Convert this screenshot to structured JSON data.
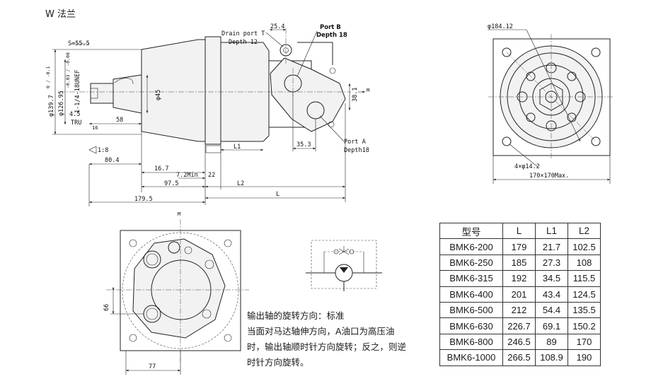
{
  "title": "W 法兰",
  "side_view": {
    "drain_port": "Drain port T",
    "drain_depth": "Depth 12",
    "port_b": "Port B",
    "port_b_depth": "Depth 18",
    "port_a": "Port A",
    "port_a_depth": "Depth18",
    "d_25_4": "25.4",
    "d_38_1": "38.1",
    "d_35_3": "35.3",
    "d_s": "S=55.5",
    "d_thread": "1-1/4-18UNEF",
    "d_139": "φ139.7",
    "d_139_tol": "0 / -0.1",
    "d_126": "φ126.95",
    "d_126_tol": "-0.03 / -0.08",
    "d_45": "φ45",
    "d_4_5": "4.5",
    "d_tru": "TRU",
    "d_16": "16",
    "d_58": "58",
    "d_taper": "1:8",
    "d_80_4": "80.4",
    "d_16_7": "16.7",
    "d_7_2": "7.2Min",
    "d_22": "22",
    "d_97_5": "97.5",
    "d_179_5": "179.5",
    "d_l": "L",
    "d_l1": "L1",
    "d_l2": "L2",
    "d_m": "M"
  },
  "front_view": {
    "d_184": "φ184.12",
    "d_holes": "4×φ14.2",
    "d_size": "170×170Max."
  },
  "rear_view": {
    "d_m": "M",
    "d_66": "66",
    "d_77": "77"
  },
  "note": {
    "line1": "输出轴的旋转方向：标准",
    "line2": "当面对马达轴伸方向，A油口为高压油",
    "line3": "时，输出轴顺时针方向旋转；反之，则逆",
    "line4": "时针方向旋转。"
  },
  "spec_table": {
    "columns": [
      "型号",
      "L",
      "L1",
      "L2"
    ],
    "rows": [
      [
        "BMK6-200",
        "179",
        "21.7",
        "102.5"
      ],
      [
        "BMK6-250",
        "185",
        "27.3",
        "108"
      ],
      [
        "BMK6-315",
        "192",
        "34.5",
        "115.5"
      ],
      [
        "BMK6-400",
        "201",
        "43.4",
        "124.5"
      ],
      [
        "BMK6-500",
        "212",
        "54.4",
        "135.5"
      ],
      [
        "BMK6-630",
        "226.7",
        "69.1",
        "150.2"
      ],
      [
        "BMK6-800",
        "246.5",
        "89",
        "170"
      ],
      [
        "BMK6-1000",
        "266.5",
        "108.9",
        "190"
      ]
    ]
  }
}
